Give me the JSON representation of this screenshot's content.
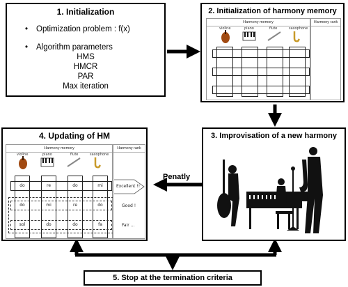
{
  "box1": {
    "title": "1.   Initialization",
    "bullet1": "Optimization problem : f(x)",
    "bullet2": "Algorithm parameters",
    "params": [
      "HMS",
      "HMCR",
      "PAR",
      "Max iteration"
    ]
  },
  "box2": {
    "title": "2. Initialization of harmony memory",
    "memory_header": "Harmony memory",
    "rank_header": "Harmony rank",
    "instruments": [
      "violine",
      "piano",
      "flute",
      "saxophone"
    ]
  },
  "box3": {
    "title": "3. Improvisation of a new harmony"
  },
  "box4": {
    "title": "4. Updating of HM",
    "memory_header": "Harmony memory",
    "rank_header": "Harmony rank",
    "instruments": [
      "violine",
      "piano",
      "flute",
      "saxophone"
    ],
    "rows": [
      {
        "notes": [
          "do",
          "re",
          "do",
          "mi"
        ],
        "rank": "Excellent !!"
      },
      {
        "notes": [
          "do",
          "mi",
          "re",
          "do"
        ],
        "rank": "Good !"
      },
      {
        "notes": [
          "sol",
          "do",
          "do",
          "fa"
        ],
        "rank": "Fair ..."
      }
    ]
  },
  "box5": {
    "title": "5. Stop at the termination criteria"
  },
  "penalty_label": "Penatly"
}
